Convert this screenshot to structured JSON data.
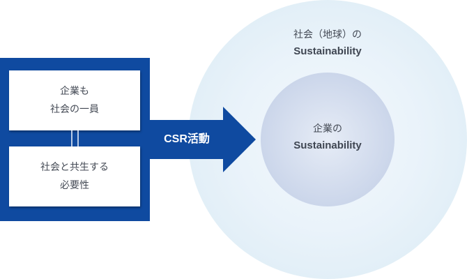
{
  "colors": {
    "brand_blue": "#0f4aa0",
    "outer_circle": "#dcebf5",
    "inner_circle": "#c3d0e7",
    "text": "#444a55"
  },
  "left_panel": {
    "card_top": {
      "line1": "企業も",
      "line2": "社会の一員"
    },
    "card_bottom": {
      "line1": "社会と共生する",
      "line2": "必要性"
    }
  },
  "arrow": {
    "label": "CSR活動"
  },
  "outer_circle": {
    "line1": "社会（地球）の",
    "line2": "Sustainability"
  },
  "inner_circle": {
    "line1": "企業の",
    "line2": "Sustainability"
  }
}
